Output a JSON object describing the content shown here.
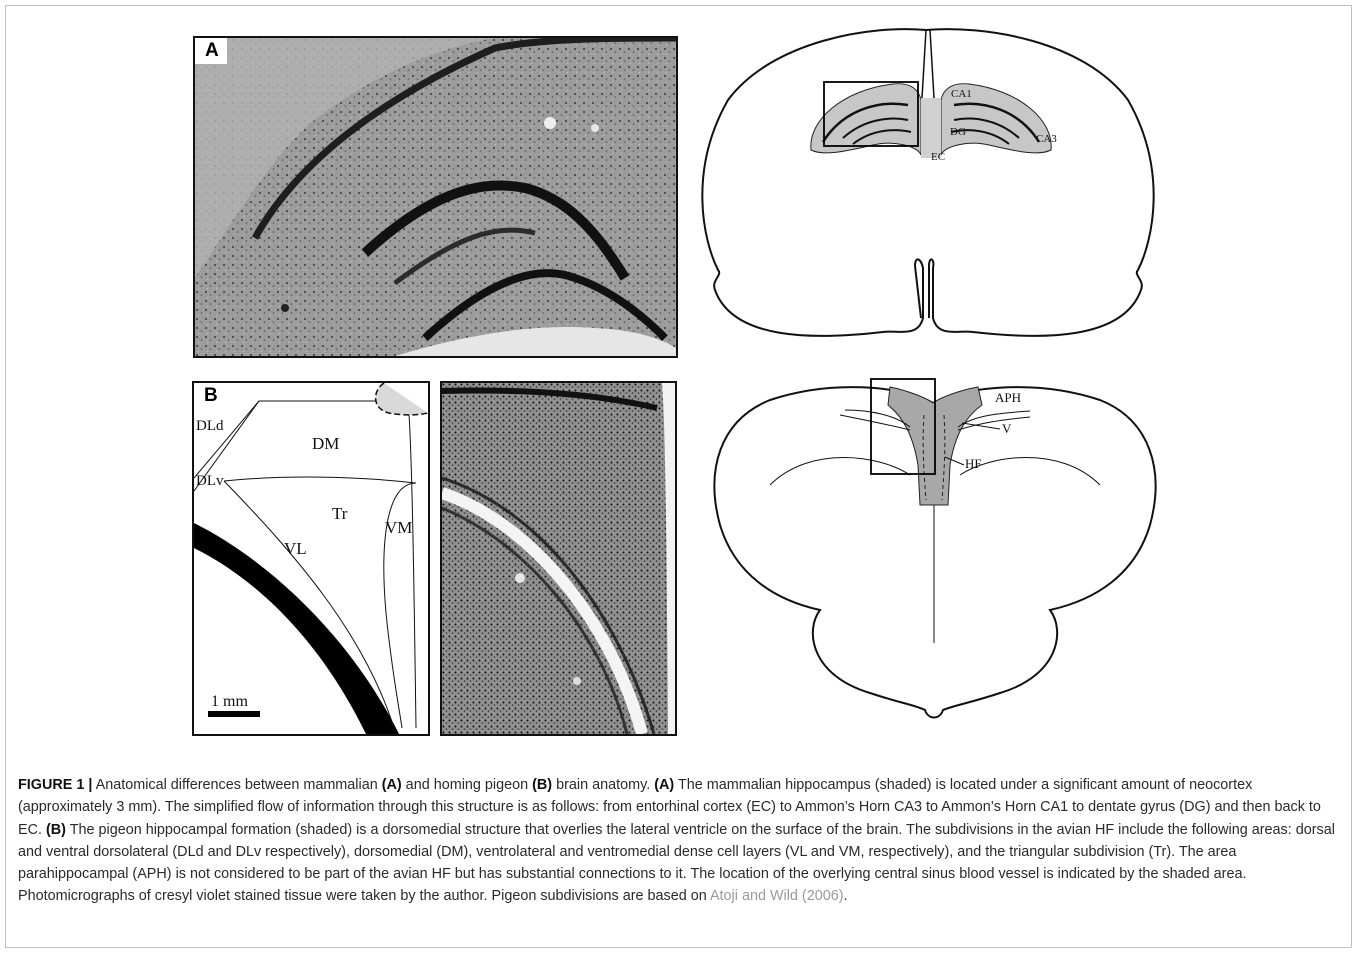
{
  "panel_a": {
    "letter": "A"
  },
  "panel_b": {
    "letter": "B",
    "labels": {
      "dld": "DLd",
      "dlv": "DLv",
      "dm": "DM",
      "tr": "Tr",
      "vl": "VL",
      "vm": "VM"
    },
    "scale_bar": "1 mm"
  },
  "mammal_diagram": {
    "ca1": "CA1",
    "ca3": "CA3",
    "dg": "DG",
    "ec": "EC"
  },
  "pigeon_diagram": {
    "aph": "APH",
    "v": "V",
    "hf": "HF"
  },
  "caption": {
    "figure_label": "FIGURE 1 |",
    "s1": " Anatomical differences between mammalian ",
    "a1": "(A)",
    "s2": " and homing pigeon ",
    "b1": "(B)",
    "s3": " brain anatomy. ",
    "a2": "(A)",
    "s4": " The mammalian hippocampus (shaded) is located under a significant amount of neocortex (approximately 3 mm). The simplified flow of information through this structure is as follows: from entorhinal cortex (EC) to Ammon’s Horn CA3 to Ammon’s Horn CA1 to dentate gyrus (DG) and then back to EC. ",
    "b2": "(B)",
    "s5": " The pigeon hippocampal formation (shaded) is a dorsomedial structure that overlies the lateral ventricle on the surface of the brain. The subdivisions in the avian HF include the following areas: dorsal and ventral dorsolateral (DLd and DLv respectively), dorsomedial (DM), ventrolateral and ventromedial dense cell layers (VL and VM, respectively), and the triangular subdivision (Tr). The area parahippocampal (APH) is not considered to be part of the avian HF but has substantial connections to it. The location of the overlying central sinus blood vessel is indicated by the shaded area. Photomicrographs of cresyl violet stained tissue were taken by the author. Pigeon subdivisions are based on ",
    "citation": "Atoji and Wild (2006)",
    "end": "."
  }
}
